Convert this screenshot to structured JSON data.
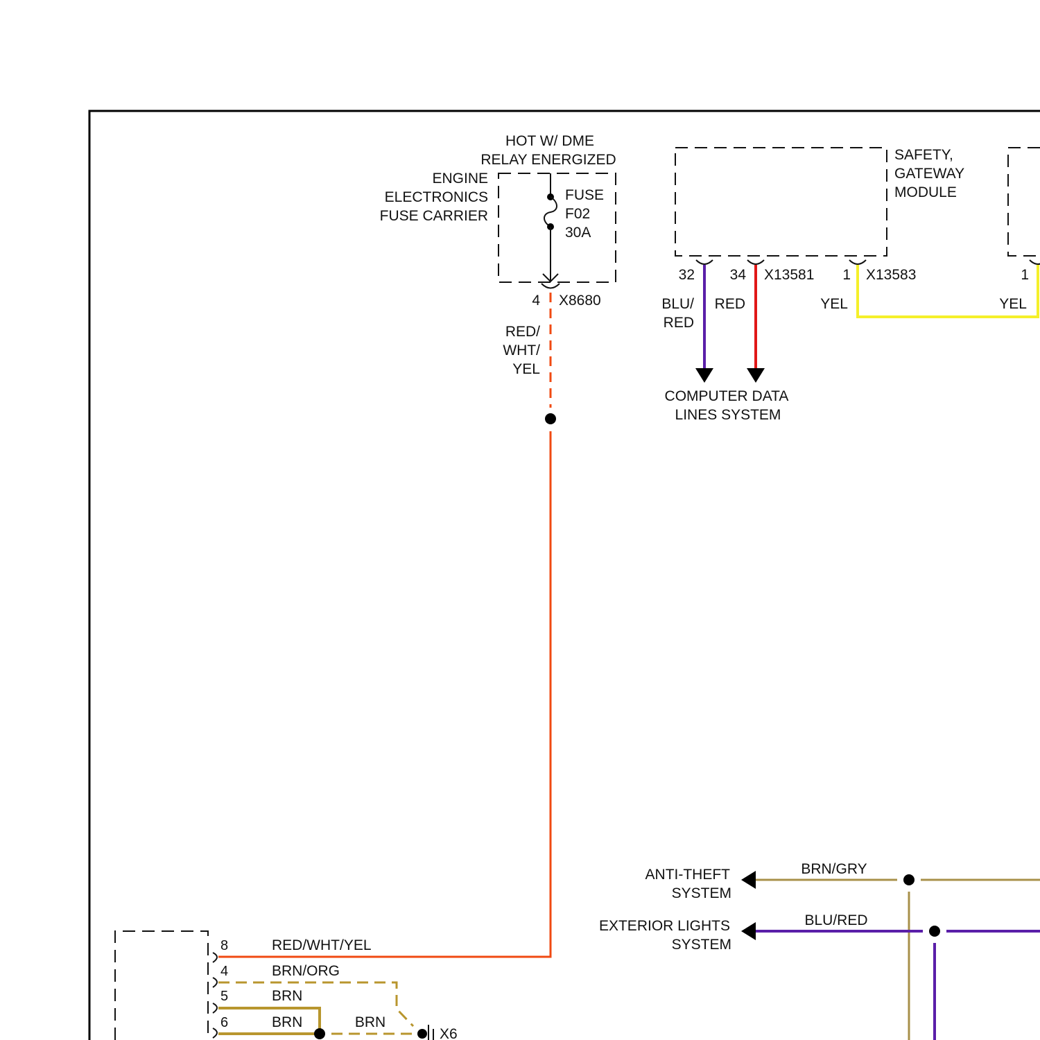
{
  "fuse_carrier": {
    "hot_line1": "HOT W/ DME",
    "hot_line2": "RELAY ENERGIZED",
    "name_line1": "ENGINE",
    "name_line2": "ELECTRONICS",
    "name_line3": "FUSE CARRIER",
    "fuse_line1": "FUSE",
    "fuse_line2": "F02",
    "fuse_line3": "30A",
    "pin": "4",
    "connector": "X8680",
    "wire_color_line1": "RED/",
    "wire_color_line2": "WHT/",
    "wire_color_line3": "YEL"
  },
  "gateway_module": {
    "name_line1": "SAFETY,",
    "name_line2": "GATEWAY",
    "name_line3": "MODULE",
    "pin_a": "32",
    "pin_b": "34",
    "connector_a": "X13581",
    "pin_c": "1",
    "connector_c": "X13583",
    "wire_a_line1": "BLU/",
    "wire_a_line2": "RED",
    "wire_b": "RED",
    "wire_c": "YEL",
    "dest_line1": "COMPUTER DATA",
    "dest_line2": "LINES SYSTEM"
  },
  "right_module": {
    "pin": "1",
    "wire": "YEL"
  },
  "systems": {
    "anti_theft_line1": "ANTI-THEFT",
    "anti_theft_line2": "SYSTEM",
    "anti_theft_wire": "BRN/GRY",
    "ext_lights_line1": "EXTERIOR LIGHTS",
    "ext_lights_line2": "SYSTEM",
    "ext_lights_wire": "BLU/RED"
  },
  "lower_module": {
    "pin_8": "8",
    "wire_8": "RED/WHT/YEL",
    "pin_4": "4",
    "wire_4": "BRN/ORG",
    "pin_5": "5",
    "wire_5": "BRN",
    "pin_6": "6",
    "wire_6": "BRN",
    "wire_splice": "BRN",
    "ground_connector": "X6"
  },
  "colors": {
    "red_wht_yel": "#f04a12",
    "blu_red": "#5a1fa8",
    "red": "#e01818",
    "yel": "#f5f02a",
    "brn": "#b8962e",
    "brn_gry": "#a8904a"
  }
}
